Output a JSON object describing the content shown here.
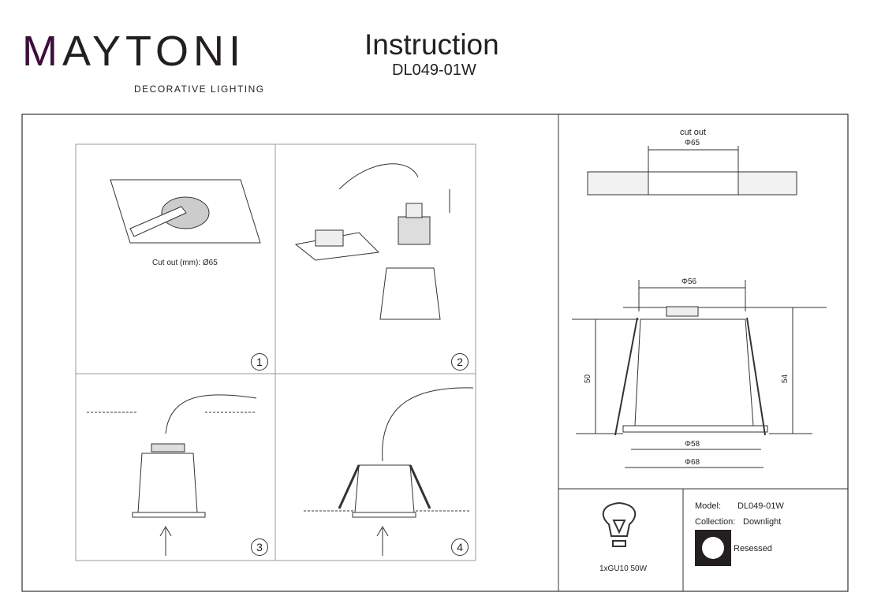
{
  "header": {
    "brand": "MAYTONI",
    "brand_sub": "DECORATIVE LIGHTING",
    "title": "Instruction",
    "model": "DL049-01W"
  },
  "steps": {
    "cutout_label": "Cut out (mm): Ø65",
    "numbers": [
      "1",
      "2",
      "3",
      "4"
    ]
  },
  "dimensions": {
    "cut_out": "cut out",
    "d65": "Φ65",
    "d56": "Φ56",
    "h50": "50",
    "h54": "54",
    "d58": "Φ58",
    "d68": "Φ68"
  },
  "info": {
    "lamp": "1xGU10 50W",
    "model_label": "Model:",
    "model_value": "DL049-01W",
    "collection_label": "Collection:",
    "collection_value": "Downlight",
    "type": "Resessed"
  },
  "colors": {
    "brand_accent": "#3d0e3b"
  }
}
